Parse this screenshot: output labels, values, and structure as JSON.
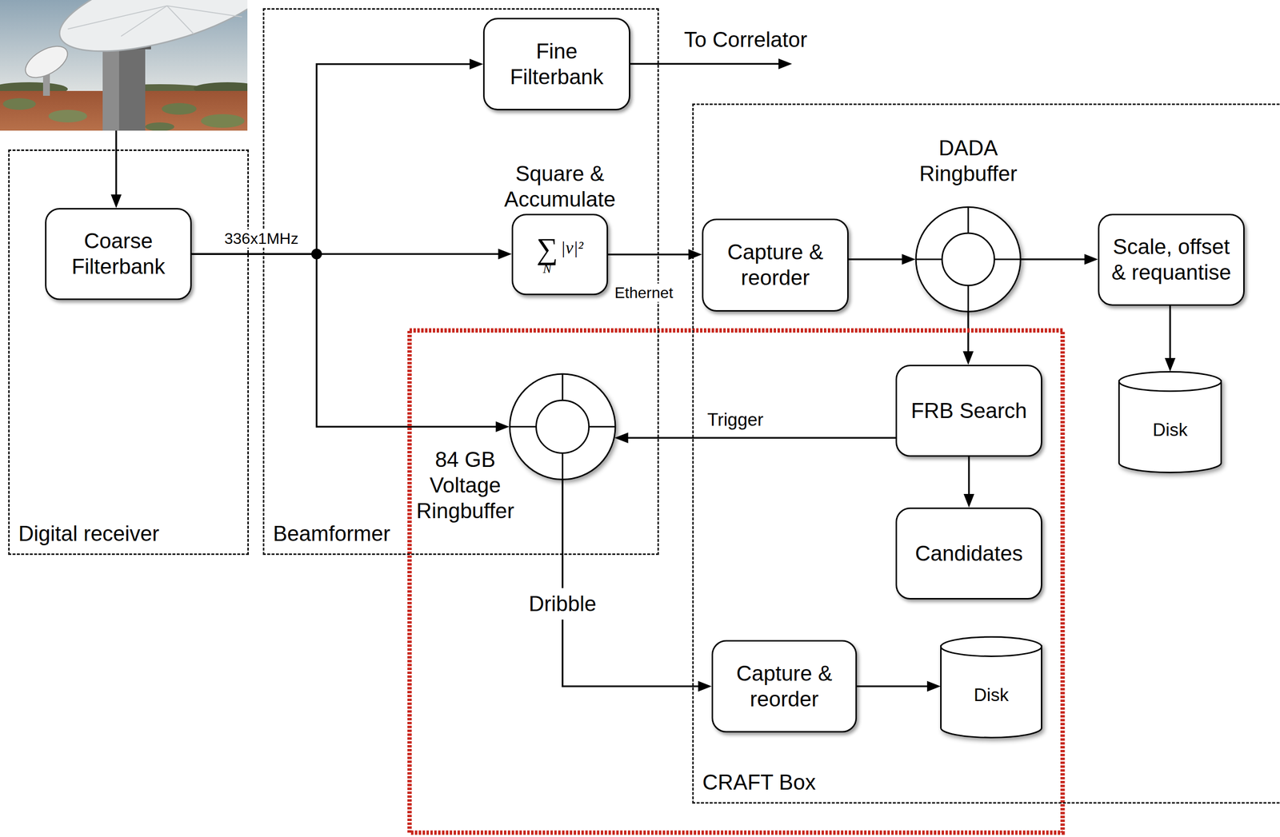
{
  "diagram": {
    "nodes": [
      {
        "text": [
          "Digital receiver"
        ]
      },
      {
        "text": [
          "Coarse Filterbank"
        ],
        "in": 0
      },
      {
        "text": [
          "Beamformer"
        ]
      },
      {
        "text": [
          "Fine Filterbank"
        ],
        "in": 2
      },
      {
        "text": [
          "Square & Accumulate",
          "∑",
          "N",
          "|v|²"
        ],
        "in": 2
      },
      {
        "text": [
          "84 GB Voltage Ringbuffer"
        ],
        "in": 2
      },
      {
        "text": [
          "CRAFT Box"
        ]
      },
      {
        "text": [
          "Capture & reorder"
        ],
        "in": 6
      },
      {
        "text": [
          "DADA Ringbuffer"
        ],
        "in": 6
      },
      {
        "text": [
          "Scale, offset & requantise"
        ],
        "in": 6
      },
      {
        "text": [
          "Disk"
        ],
        "in": 6
      },
      {
        "text": [
          "FRB Search"
        ],
        "in": 6
      },
      {
        "text": [
          "Candidates"
        ],
        "in": 6
      },
      {
        "text": [
          "Capture & reorder"
        ],
        "in": 6
      },
      {
        "text": [
          "Disk"
        ],
        "in": 6
      }
    ],
    "edges": [
      {
        "from": 1,
        "to": 3,
        "arrow": "to"
      },
      {
        "from": 1,
        "to": 4,
        "label": "336x1MHz",
        "arrow": "to"
      },
      {
        "from": 1,
        "to": 5,
        "arrow": "to"
      },
      {
        "from": 4,
        "to": 7,
        "label": "Ethernet",
        "arrow": "to"
      },
      {
        "from": 7,
        "to": 8,
        "arrow": "to"
      },
      {
        "from": 8,
        "to": 9,
        "arrow": "to"
      },
      {
        "from": 9,
        "to": 10,
        "arrow": "to"
      },
      {
        "from": 8,
        "to": 11,
        "arrow": "to"
      },
      {
        "from": 11,
        "to": 5,
        "label": "Trigger",
        "arrow": "to"
      },
      {
        "from": 11,
        "to": 12,
        "arrow": "to"
      },
      {
        "from": 5,
        "to": 13,
        "label": "Dribble",
        "arrow": "to"
      },
      {
        "from": 13,
        "to": 14,
        "arrow": "to"
      }
    ],
    "labels": [
      "To Correlator"
    ]
  }
}
